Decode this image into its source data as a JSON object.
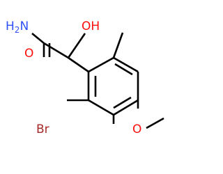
{
  "structure": {
    "atoms": {
      "amide_n": "H",
      "amide_n_count": "2",
      "amide_n_symbol": "N",
      "carbonyl_o": "O",
      "hydroxyl": "OH",
      "bromine": "Br",
      "ether_o": "O"
    },
    "colors": {
      "nitrogen": "#3050F8",
      "oxygen": "#FF0D0D",
      "bromine": "#A62929",
      "bond": "#000000"
    }
  }
}
